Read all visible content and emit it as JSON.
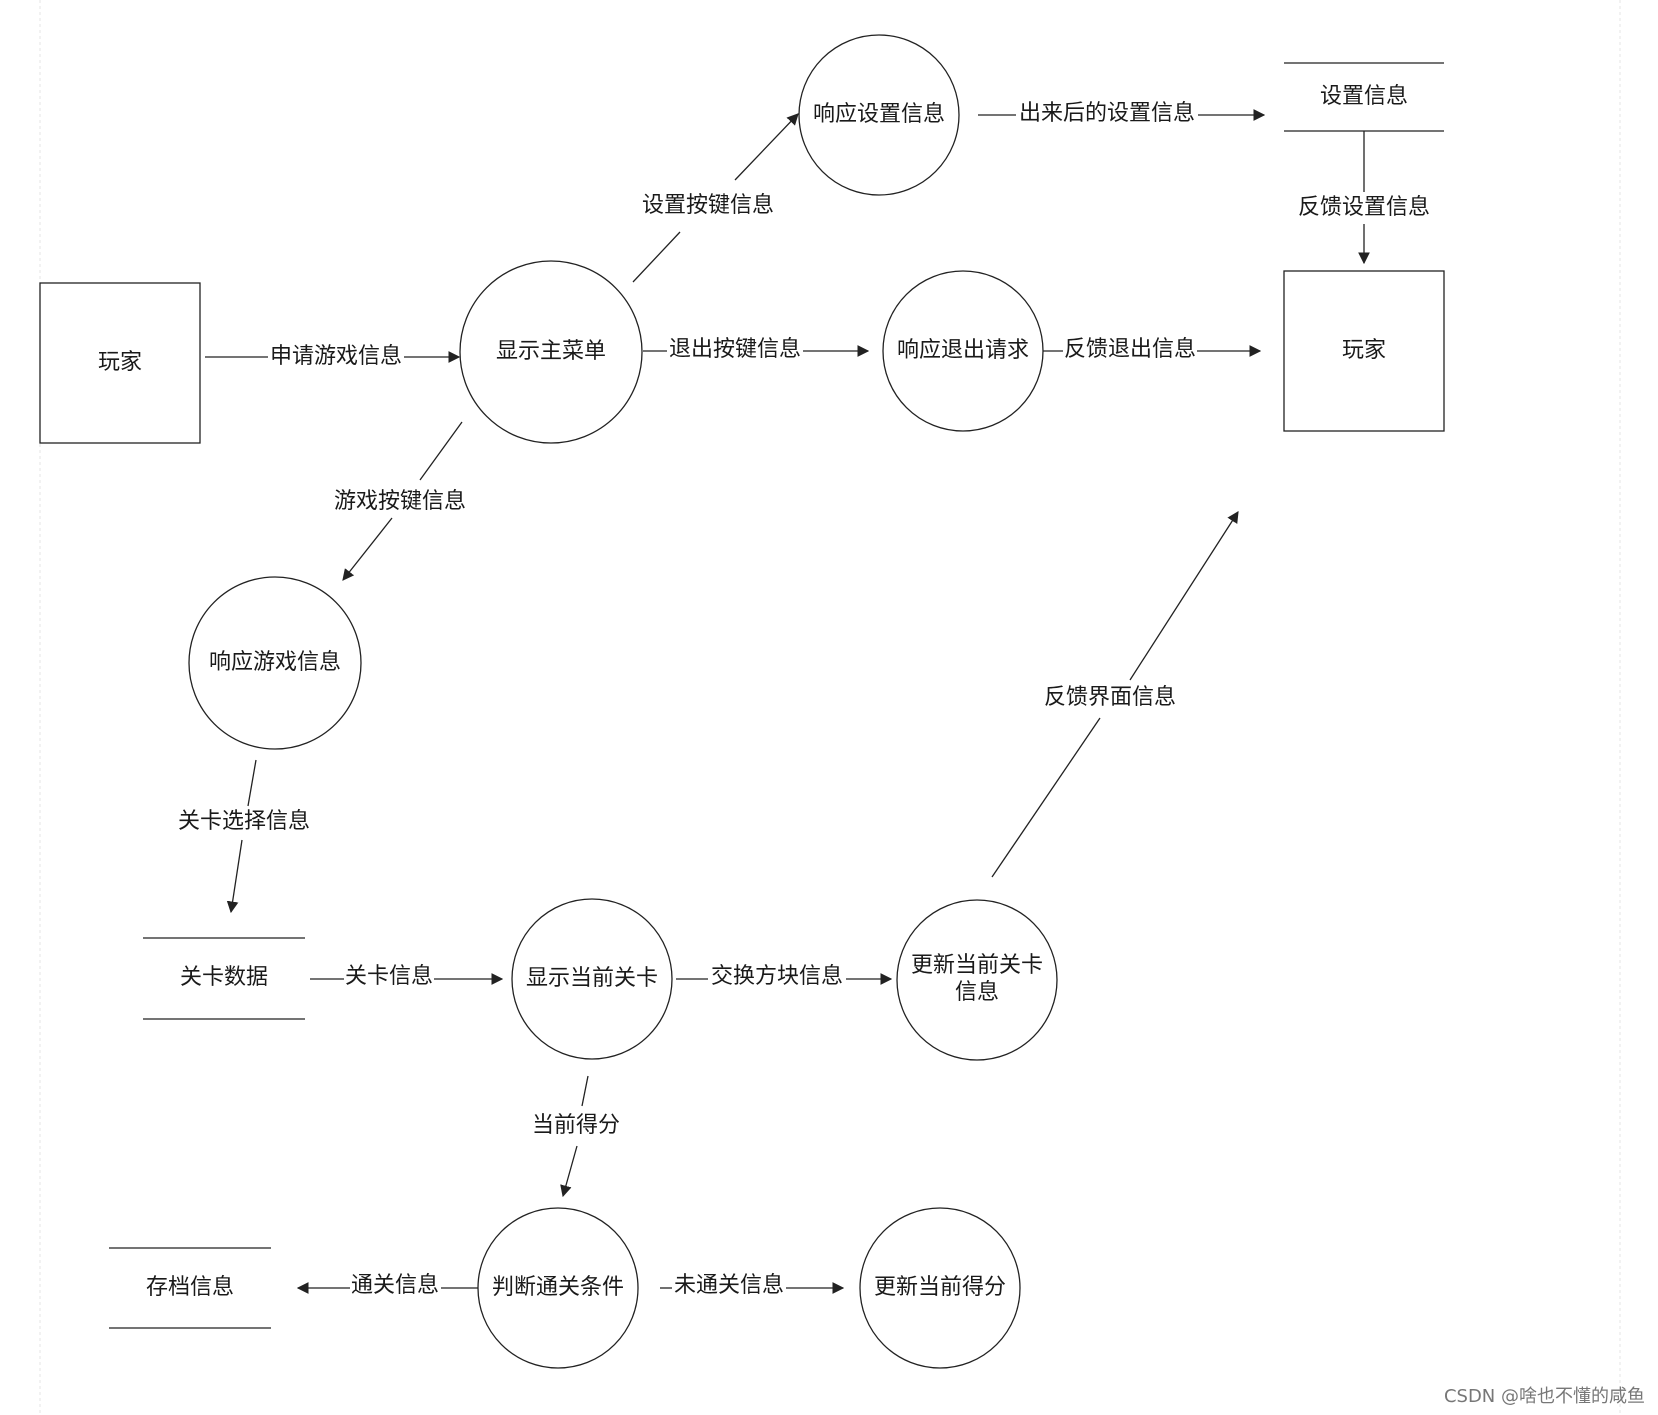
{
  "diagram": {
    "nodes": {
      "player_src": "玩家",
      "show_menu": "显示主菜单",
      "resp_settings": "响应设置信息",
      "settings_store": "设置信息",
      "player_dst": "玩家",
      "resp_exit": "响应退出请求",
      "resp_game": "响应游戏信息",
      "level_data": "关卡数据",
      "show_level": "显示当前关卡",
      "update_level_1": "更新当前关卡",
      "update_level_2": "信息",
      "judge": "判断通关条件",
      "save_info": "存档信息",
      "update_score": "更新当前得分"
    },
    "edges": {
      "request_game": "申请游戏信息",
      "settings_key": "设置按键信息",
      "settings_out": "出来后的设置信息",
      "feedback_settings": "反馈设置信息",
      "exit_key": "退出按键信息",
      "feedback_exit": "反馈退出信息",
      "game_key": "游戏按键信息",
      "level_select": "关卡选择信息",
      "level_info": "关卡信息",
      "swap_block": "交换方块信息",
      "feedback_ui": "反馈界面信息",
      "current_score": "当前得分",
      "pass_info": "通关信息",
      "not_pass_info": "未通关信息"
    }
  },
  "watermark": "CSDN @啥也不懂的咸鱼"
}
